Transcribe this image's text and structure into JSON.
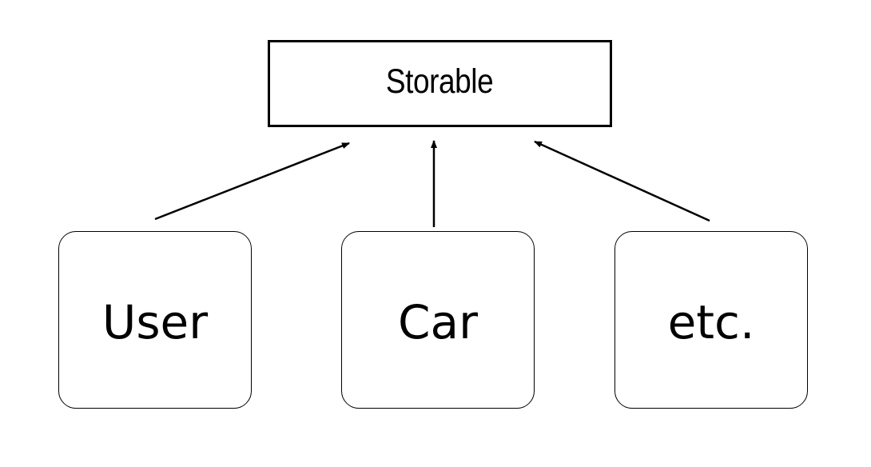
{
  "diagram": {
    "parent": {
      "label": "Storable"
    },
    "children": [
      {
        "label": "User"
      },
      {
        "label": "Car"
      },
      {
        "label": "etc."
      }
    ],
    "edge_color": "#000000"
  }
}
